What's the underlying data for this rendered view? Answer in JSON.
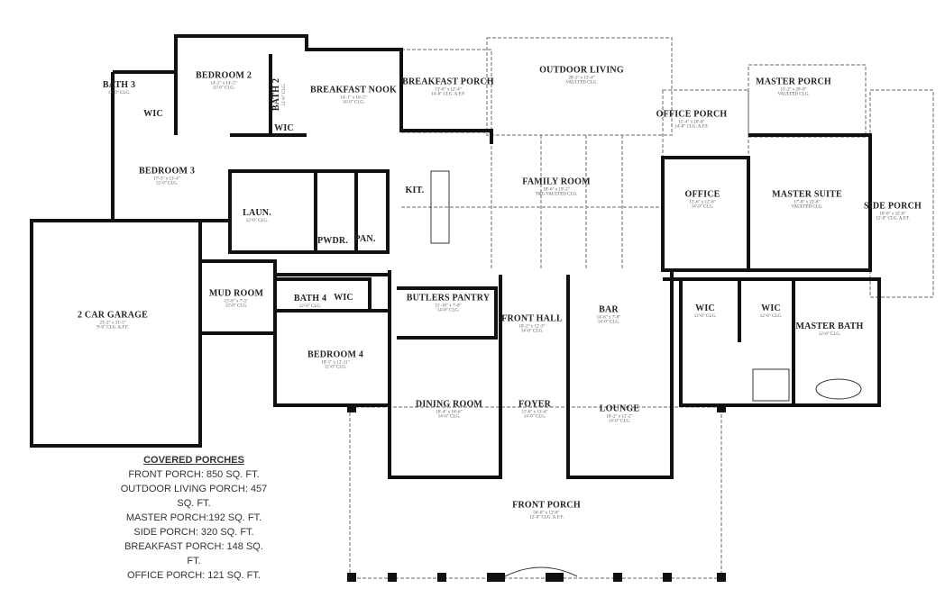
{
  "rooms": [
    {
      "name": "BATH 3",
      "dims": "",
      "clg": "12'-0\" CLG."
    },
    {
      "name": "WIC",
      "dims": "",
      "clg": ""
    },
    {
      "name": "BEDROOM 2",
      "dims": "14'-2\" x 14'-5\"",
      "clg": "12'-0\" CLG."
    },
    {
      "name": "BATH 2",
      "dims": "",
      "clg": "12'-0\" CLG."
    },
    {
      "name": "WIC",
      "dims": "",
      "clg": ""
    },
    {
      "name": "BREAKFAST NOOK",
      "dims": "14'-1\" x 16'-5\"",
      "clg": "14'-0\" CLG."
    },
    {
      "name": "BREAKFAST PORCH",
      "dims": "13'-6\" x 12'-4\"",
      "clg": "14'-0\" CLG. A.F.F."
    },
    {
      "name": "OUTDOOR LIVING",
      "dims": "28'-2\" x 15'-4\"",
      "clg": "VAULTED CLG."
    },
    {
      "name": "MASTER PORCH",
      "dims": "15'-2\" x 20'-0\"",
      "clg": "VAULTED CLG."
    },
    {
      "name": "OFFICE PORCH",
      "dims": "11'-4\" x 10'-0\"",
      "clg": "14'-0\" CLG. A.F.F."
    },
    {
      "name": "BEDROOM 3",
      "dims": "17'-3\" x 13'-4\"",
      "clg": "12'-0\" CLG."
    },
    {
      "name": "LAUN.",
      "dims": "",
      "clg": "12'-0\" CLG."
    },
    {
      "name": "KIT.",
      "dims": "",
      "clg": ""
    },
    {
      "name": "FAMILY ROOM",
      "dims": "18'-6\" x 19'-2\"",
      "clg": "T&G VAULTED CLG."
    },
    {
      "name": "OFFICE",
      "dims": "12'-6\" x 12'-6\"",
      "clg": "14'-0\" CLG."
    },
    {
      "name": "MASTER SUITE",
      "dims": "17'-8\" x 22'-8\"",
      "clg": "VAULTED CLG."
    },
    {
      "name": "SIDE PORCH",
      "dims": "10'-0\" x 32'-0\"",
      "clg": "12'-0\" CLG. A.F.F."
    },
    {
      "name": "PWDR.",
      "dims": "",
      "clg": ""
    },
    {
      "name": "PAN.",
      "dims": "",
      "clg": ""
    },
    {
      "name": "2 CAR GARAGE",
      "dims": "23'-2\" x 31'-5\"",
      "clg": "9'-0\" CLG. A.F.F."
    },
    {
      "name": "MUD ROOM",
      "dims": "13'-0\" x 7'-5\"",
      "clg": "12'-0\" CLG."
    },
    {
      "name": "BATH 4",
      "dims": "",
      "clg": "12'-0\" CLG."
    },
    {
      "name": "WIC",
      "dims": "",
      "clg": ""
    },
    {
      "name": "BEDROOM 4",
      "dims": "18'-1\" x 12'-11\"",
      "clg": "12'-0\" CLG."
    },
    {
      "name": "BUTLERS PANTRY",
      "dims": "11'-10\" x 7'-0\"",
      "clg": "14'-0\" CLG."
    },
    {
      "name": "FRONT HALL",
      "dims": "10'-2\" x 12'-3\"",
      "clg": "14'-0\" CLG."
    },
    {
      "name": "BAR",
      "dims": "14'-6\" x 7'-8\"",
      "clg": "14'-0\" CLG."
    },
    {
      "name": "WIC",
      "dims": "",
      "clg": "12'-0\" CLG."
    },
    {
      "name": "WIC",
      "dims": "",
      "clg": "12'-0\" CLG."
    },
    {
      "name": "MASTER BATH",
      "dims": "",
      "clg": "12'-0\" CLG."
    },
    {
      "name": "DINING ROOM",
      "dims": "18'-4\" x 16'-6\"",
      "clg": "14'-0\" CLG."
    },
    {
      "name": "FOYER",
      "dims": "11'-6\" x 13'-6\"",
      "clg": "14'-0\" CLG."
    },
    {
      "name": "LOUNGE",
      "dims": "16'-2\" x 12'-2\"",
      "clg": "14'-0\" CLG."
    },
    {
      "name": "FRONT PORCH",
      "dims": "56'-8\" x 12'-8\"",
      "clg": "12'-0\" CLG. A.F.F."
    }
  ],
  "legend": {
    "title": "COVERED PORCHES",
    "items": [
      "FRONT PORCH: 850 SQ. FT.",
      "OUTDOOR LIVING PORCH: 457 SQ. FT.",
      "MASTER PORCH:192 SQ. FT.",
      "SIDE PORCH: 320 SQ. FT.",
      "BREAKFAST PORCH: 148 SQ. FT.",
      "OFFICE PORCH: 121 SQ. FT."
    ]
  },
  "colors": {
    "wall": "#111111",
    "porch_outline": "#9a9a9a",
    "text": "#222222"
  }
}
